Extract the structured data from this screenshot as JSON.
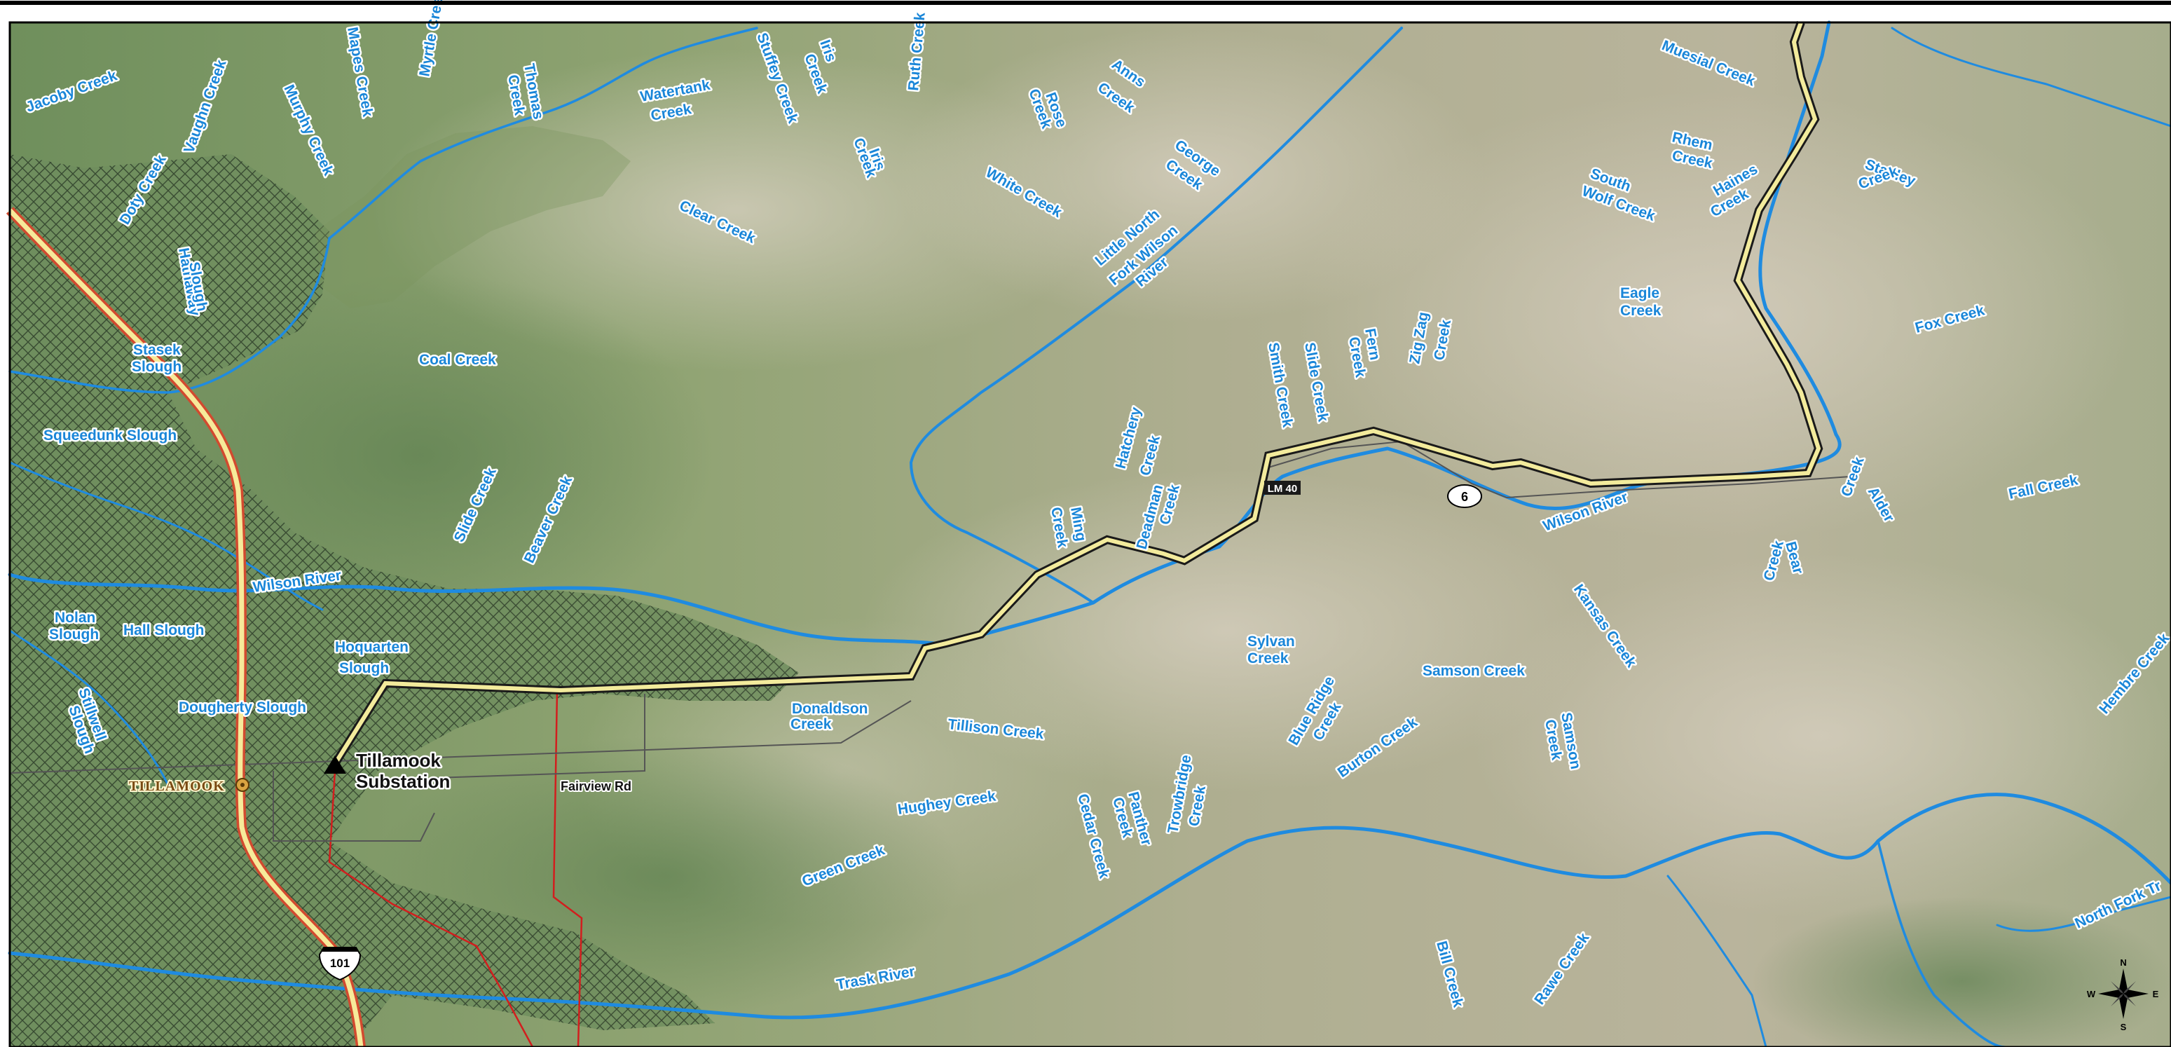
{
  "map": {
    "substation_label_line1": "Tillamook",
    "substation_label_line2": "Substation",
    "town_label": "TILLAMOOK",
    "road_label_fairview": "Fairview Rd",
    "milepost_label": "LM 40",
    "highway_6_shield": "6",
    "highway_101_shield": "101",
    "compass": {
      "n": "N",
      "s": "S",
      "e": "E",
      "w": "W"
    },
    "labels": {
      "jacoby_creek": "Jacoby Creek",
      "vaughn_creek": "Vaughn Creek",
      "murphy_creek": "Murphy Creek",
      "mapes_creek": "Mapes Creek",
      "myrtle_creek": "Myrtle Creek",
      "thomas_creek_1": "Thomas",
      "thomas_creek_2": "Creek",
      "doty_creek": "Doty Creek",
      "hathaway_slough_1": "Hathaway",
      "hathaway_slough_2": "Slough",
      "stasek_slough_1": "Stasek",
      "stasek_slough_2": "Slough",
      "squeedunk_slough": "Squeedunk Slough",
      "coal_creek": "Coal Creek",
      "slide_creek_w": "Slide Creek",
      "beaver_creek": "Beaver Creek",
      "wilson_river_w": "Wilson River",
      "nolan_slough_1": "Nolan",
      "nolan_slough_2": "Slough",
      "hall_slough": "Hall Slough",
      "hoquarten_slough_1": "Hoquarten",
      "hoquarten_slough_2": "Slough",
      "stillwell_slough_1": "Stillwell",
      "stillwell_slough_2": "Slough",
      "dougherty_slough": "Dougherty Slough",
      "watertank_creek_1": "Watertank",
      "watertank_creek_2": "Creek",
      "stuffey_creek": "Stuffey Creek",
      "iris_creek_n_1": "Iris",
      "iris_creek_n_2": "Creek",
      "iris_creek_s_1": "Iris",
      "iris_creek_s_2": "Creek",
      "ruth_creek": "Ruth Creek",
      "clear_creek": "Clear Creek",
      "white_creek": "White Creek",
      "rose_creek_1": "Rose",
      "rose_creek_2": "Creek",
      "anns_creek_1": "Anns",
      "anns_creek_2": "Creek",
      "george_creek_1": "George",
      "george_creek_2": "Creek",
      "little_north_fork_1": "Little North",
      "little_north_fork_2": "Fork Wilson",
      "little_north_fork_3": "River",
      "muesial_creek": "Muesial Creek",
      "rhem_creek_1": "Rhem",
      "rhem_creek_2": "Creek",
      "south_wolf_creek_1": "South",
      "south_wolf_creek_2": "Wolf Creek",
      "haines_creek_1": "Haines",
      "haines_creek_2": "Creek",
      "stanley_creek_1": "Stanley",
      "stanley_creek_2": "Creek",
      "eagle_creek_1": "Eagle",
      "eagle_creek_2": "Creek",
      "fox_creek": "Fox Creek",
      "smith_creek": "Smith Creek",
      "slide_creek_e": "Slide Creek",
      "fern_creek_1": "Fern",
      "fern_creek_2": "Creek",
      "zig_zag_creek_1": "Zig Zag",
      "zig_zag_creek_2": "Creek",
      "hatchery_creek_1": "Hatchery",
      "hatchery_creek_2": "Creek",
      "ming_creek_1": "Ming",
      "ming_creek_2": "Creek",
      "deadman_creek_1": "Deadman",
      "deadman_creek_2": "Creek",
      "wilson_river_e": "Wilson River",
      "alder_creek_1": "Alder",
      "alder_creek_2": "Creek",
      "bear_creek_1": "Bear",
      "bear_creek_2": "Creek",
      "fall_creek": "Fall Creek",
      "kansas_creek": "Kansas Creek",
      "sylvan_creek_1": "Sylvan",
      "sylvan_creek_2": "Creek",
      "samson_creek_h": "Samson Creek",
      "samson_creek_v_1": "Samson",
      "samson_creek_v_2": "Creek",
      "blue_ridge_creek_1": "Blue Ridge",
      "blue_ridge_creek_2": "Creek",
      "burton_creek": "Burton Creek",
      "donaldson_creek_1": "Donaldson",
      "donaldson_creek_2": "Creek",
      "tillison_creek": "Tillison Creek",
      "hughey_creek": "Hughey Creek",
      "green_creek": "Green Creek",
      "cedar_creek": "Cedar Creek",
      "panther_creek_1": "Panther",
      "panther_creek_2": "Creek",
      "trowbridge_creek_1": "Trowbridge",
      "trowbridge_creek_2": "Creek",
      "trask_river": "Trask River",
      "bill_creek": "Bill Creek",
      "rawe_creek": "Rawe Creek",
      "hembre_creek": "Hembre Creek",
      "north_fork_trask": "North Fork Tr"
    }
  }
}
